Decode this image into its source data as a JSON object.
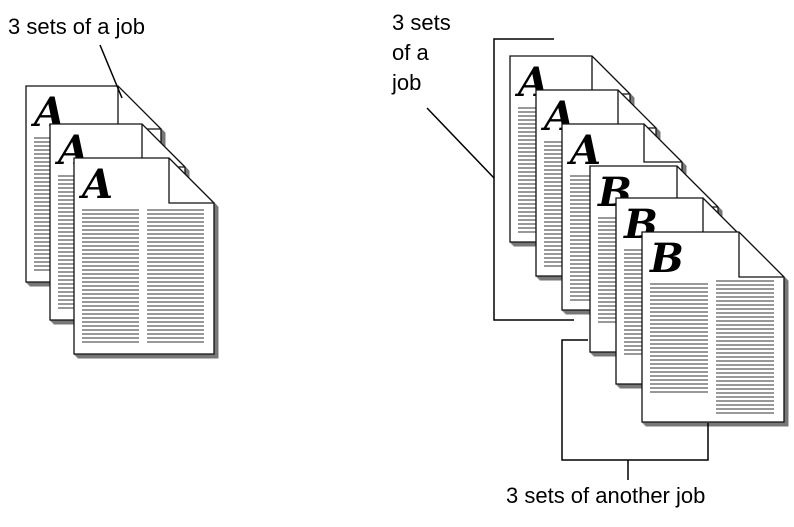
{
  "labels": {
    "left_set": "3 sets of a job",
    "right_set_top_line1": "3 sets",
    "right_set_top_line2": "of a",
    "right_set_top_line3": "job",
    "right_set_bottom": "3 sets of another job"
  },
  "pages": {
    "job_a_letter": "A",
    "job_b_letter": "B"
  }
}
